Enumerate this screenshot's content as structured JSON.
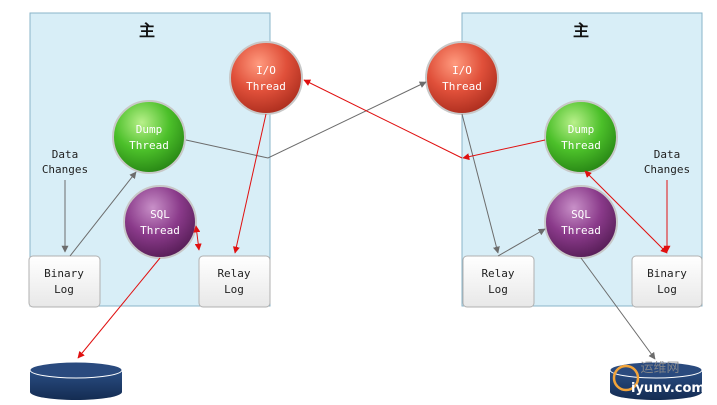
{
  "left_server": {
    "title": "主",
    "io_thread": [
      "I/O",
      "Thread"
    ],
    "dump_thread": [
      "Dump",
      "Thread"
    ],
    "sql_thread": [
      "SQL",
      "Thread"
    ],
    "data_changes": [
      "Data",
      "Changes"
    ],
    "binary_log": [
      "Binary",
      "Log"
    ],
    "relay_log": [
      "Relay",
      "Log"
    ]
  },
  "right_server": {
    "title": "主",
    "io_thread": [
      "I/O",
      "Thread"
    ],
    "dump_thread": [
      "Dump",
      "Thread"
    ],
    "sql_thread": [
      "SQL",
      "Thread"
    ],
    "data_changes": [
      "Data",
      "Changes"
    ],
    "binary_log": [
      "Binary",
      "Log"
    ],
    "relay_log": [
      "Relay",
      "Log"
    ]
  },
  "watermark": {
    "top": "运维网",
    "bottom": "iyunv.com"
  },
  "colors": {
    "server_box": "#d8eef7",
    "server_border": "#8ab4c8",
    "io_thread": "#e0503a",
    "dump_thread": "#4cc02a",
    "sql_thread": "#8a3a8a",
    "red_arrow": "#e01010",
    "gray_arrow": "#6c6c6c",
    "database": "#1c3a68"
  }
}
